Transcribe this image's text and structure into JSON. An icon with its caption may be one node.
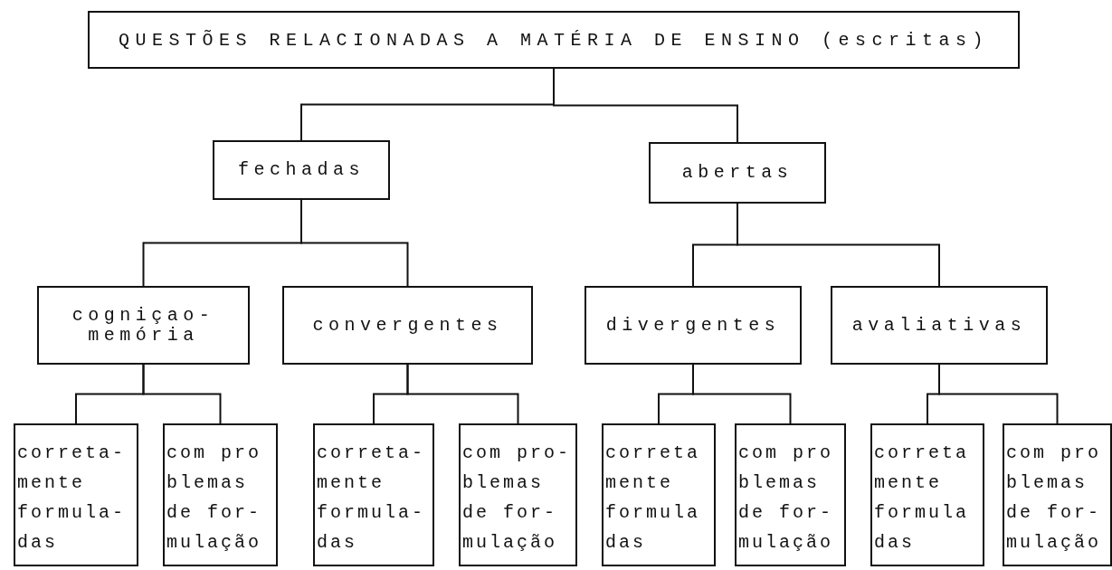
{
  "diagram": {
    "nodes": [
      {
        "text": [
          "QUESTÕES RELACIONADAS A MATÉRIA DE ENSINO (escritas)"
        ]
      },
      {
        "text": [
          "fechadas"
        ]
      },
      {
        "text": [
          "abertas"
        ]
      },
      {
        "text": [
          "cogniçao- memória"
        ]
      },
      {
        "text": [
          "convergentes"
        ]
      },
      {
        "text": [
          "divergentes"
        ]
      },
      {
        "text": [
          "avaliativas"
        ]
      },
      {
        "text": [
          "correta- mente formula- das"
        ]
      },
      {
        "text": [
          "com pro blemas de for- mulação"
        ]
      },
      {
        "text": [
          "correta- mente formula- das"
        ]
      },
      {
        "text": [
          "com pro- blemas de for- mulação"
        ]
      },
      {
        "text": [
          "correta mente formula das"
        ]
      },
      {
        "text": [
          "com pro blemas de for- mulação"
        ]
      },
      {
        "text": [
          "correta mente formula das"
        ]
      },
      {
        "text": [
          "com pro blemas de for- mulação"
        ]
      }
    ],
    "edges": [
      {
        "from": 0,
        "to": 1,
        "arrow": "none"
      },
      {
        "from": 0,
        "to": 2,
        "arrow": "none"
      },
      {
        "from": 1,
        "to": 3,
        "arrow": "none"
      },
      {
        "from": 1,
        "to": 4,
        "arrow": "none"
      },
      {
        "from": 2,
        "to": 5,
        "arrow": "none"
      },
      {
        "from": 2,
        "to": 6,
        "arrow": "none"
      },
      {
        "from": 3,
        "to": 7,
        "arrow": "none"
      },
      {
        "from": 3,
        "to": 8,
        "arrow": "none"
      },
      {
        "from": 4,
        "to": 9,
        "arrow": "none"
      },
      {
        "from": 4,
        "to": 10,
        "arrow": "none"
      },
      {
        "from": 5,
        "to": 11,
        "arrow": "none"
      },
      {
        "from": 5,
        "to": 12,
        "arrow": "none"
      },
      {
        "from": 6,
        "to": 13,
        "arrow": "none"
      },
      {
        "from": 6,
        "to": 14,
        "arrow": "none"
      }
    ]
  }
}
